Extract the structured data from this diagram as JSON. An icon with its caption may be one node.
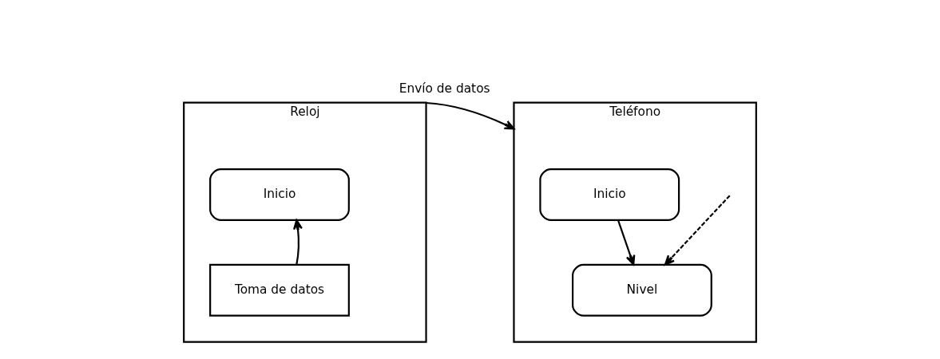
{
  "diagram": {
    "nodes": [
      {
        "text": [
          "Reloj"
        ]
      },
      {
        "text": [
          "Inicio"
        ],
        "in": 0
      },
      {
        "text": [
          "Toma de datos"
        ],
        "in": 0
      },
      {
        "text": [
          "Teléfono"
        ]
      },
      {
        "text": [
          "Inicio"
        ],
        "in": 3
      },
      {
        "text": [
          "Nivel"
        ],
        "in": 3
      }
    ],
    "edges": [
      {
        "from": 2,
        "to": 1,
        "arrow": "to"
      },
      {
        "from": 0,
        "to": 3,
        "label": "Envío de datos",
        "arrow": "to"
      },
      {
        "from": null,
        "to": 5,
        "arrow": "to",
        "style": "dashed"
      },
      {
        "from": 4,
        "to": 5,
        "arrow": "to"
      }
    ]
  }
}
